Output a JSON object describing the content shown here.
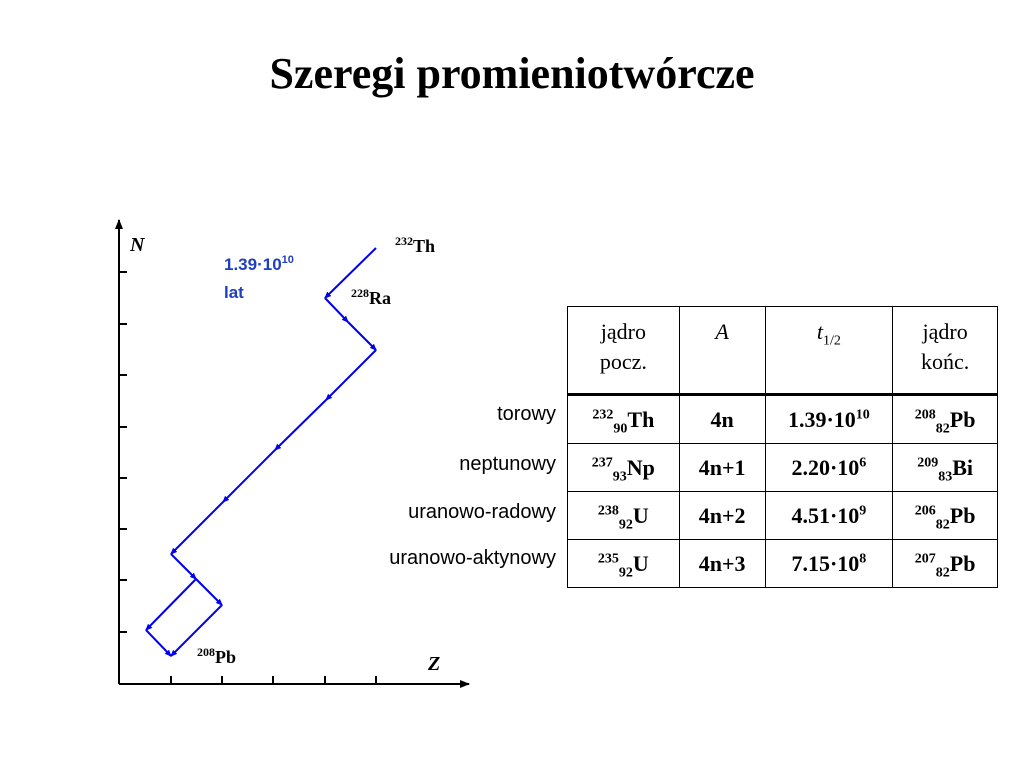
{
  "title": "Szeregi promieniotwórcze",
  "diagram": {
    "axis_y_label": "N",
    "axis_x_label": "Z",
    "halflife_value": "1.39·10",
    "halflife_exp": "10",
    "halflife_unit": "lat",
    "start_nuclide": {
      "mass": "232",
      "symbol": "Th"
    },
    "second_nuclide": {
      "mass": "228",
      "symbol": "Ra"
    },
    "end_nuclide": {
      "mass": "208",
      "symbol": "Pb"
    },
    "line_color": "#0000ee",
    "halflife_color": "#1f3fbf"
  },
  "table": {
    "headers": {
      "initial_line1": "jądro",
      "initial_line2": "pocz.",
      "mass": "A",
      "halflife_base": "t",
      "halflife_sub": "1/2",
      "final_line1": "jądro",
      "final_line2": "końc."
    },
    "rows": [
      {
        "name": "torowy",
        "initial": {
          "mass": "232",
          "z": "90",
          "symbol": "Th"
        },
        "a": "4n",
        "halflife": {
          "base": "1.39·10",
          "exp": "10"
        },
        "final": {
          "mass": "208",
          "z": "82",
          "symbol": "Pb"
        }
      },
      {
        "name": "neptunowy",
        "initial": {
          "mass": "237",
          "z": "93",
          "symbol": "Np"
        },
        "a": "4n+1",
        "halflife": {
          "base": "2.20·10",
          "exp": "6"
        },
        "final": {
          "mass": "209",
          "z": "83",
          "symbol": "Bi"
        }
      },
      {
        "name": "uranowo-radowy",
        "initial": {
          "mass": "238",
          "z": "92",
          "symbol": "U"
        },
        "a": "4n+2",
        "halflife": {
          "base": "4.51·10",
          "exp": "9"
        },
        "final": {
          "mass": "206",
          "z": "82",
          "symbol": "Pb"
        }
      },
      {
        "name": "uranowo-aktynowy",
        "initial": {
          "mass": "235",
          "z": "92",
          "symbol": "U"
        },
        "a": "4n+3",
        "halflife": {
          "base": "7.15·10",
          "exp": "8"
        },
        "final": {
          "mass": "207",
          "z": "82",
          "symbol": "Pb"
        }
      }
    ]
  }
}
